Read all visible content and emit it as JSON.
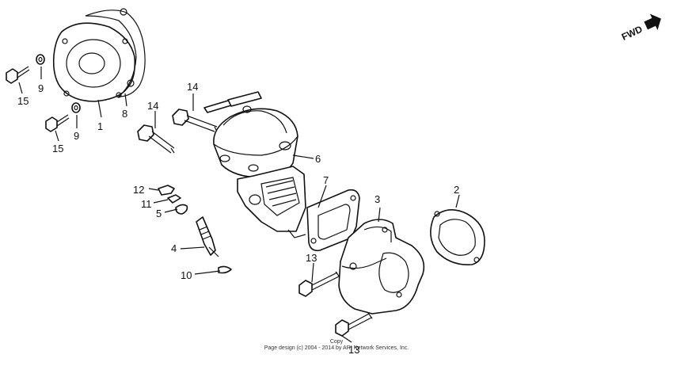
{
  "fwd_label": "FWD",
  "callouts": [
    {
      "id": "1",
      "text": "1"
    },
    {
      "id": "2",
      "text": "2"
    },
    {
      "id": "3",
      "text": "3"
    },
    {
      "id": "4",
      "text": "4"
    },
    {
      "id": "5",
      "text": "5"
    },
    {
      "id": "6",
      "text": "6"
    },
    {
      "id": "7",
      "text": "7"
    },
    {
      "id": "8",
      "text": "8"
    },
    {
      "id": "9a",
      "text": "9"
    },
    {
      "id": "9b",
      "text": "9"
    },
    {
      "id": "10",
      "text": "10"
    },
    {
      "id": "11",
      "text": "11"
    },
    {
      "id": "12",
      "text": "12"
    },
    {
      "id": "13a",
      "text": "13"
    },
    {
      "id": "13b",
      "text": "13"
    },
    {
      "id": "14a",
      "text": "14"
    },
    {
      "id": "14b",
      "text": "14"
    },
    {
      "id": "15a",
      "text": "15"
    },
    {
      "id": "15b",
      "text": "15"
    }
  ],
  "footer": {
    "line1": "Copy",
    "line2": "Page design (c) 2004 - 2014 by ARI Network Services, Inc."
  }
}
